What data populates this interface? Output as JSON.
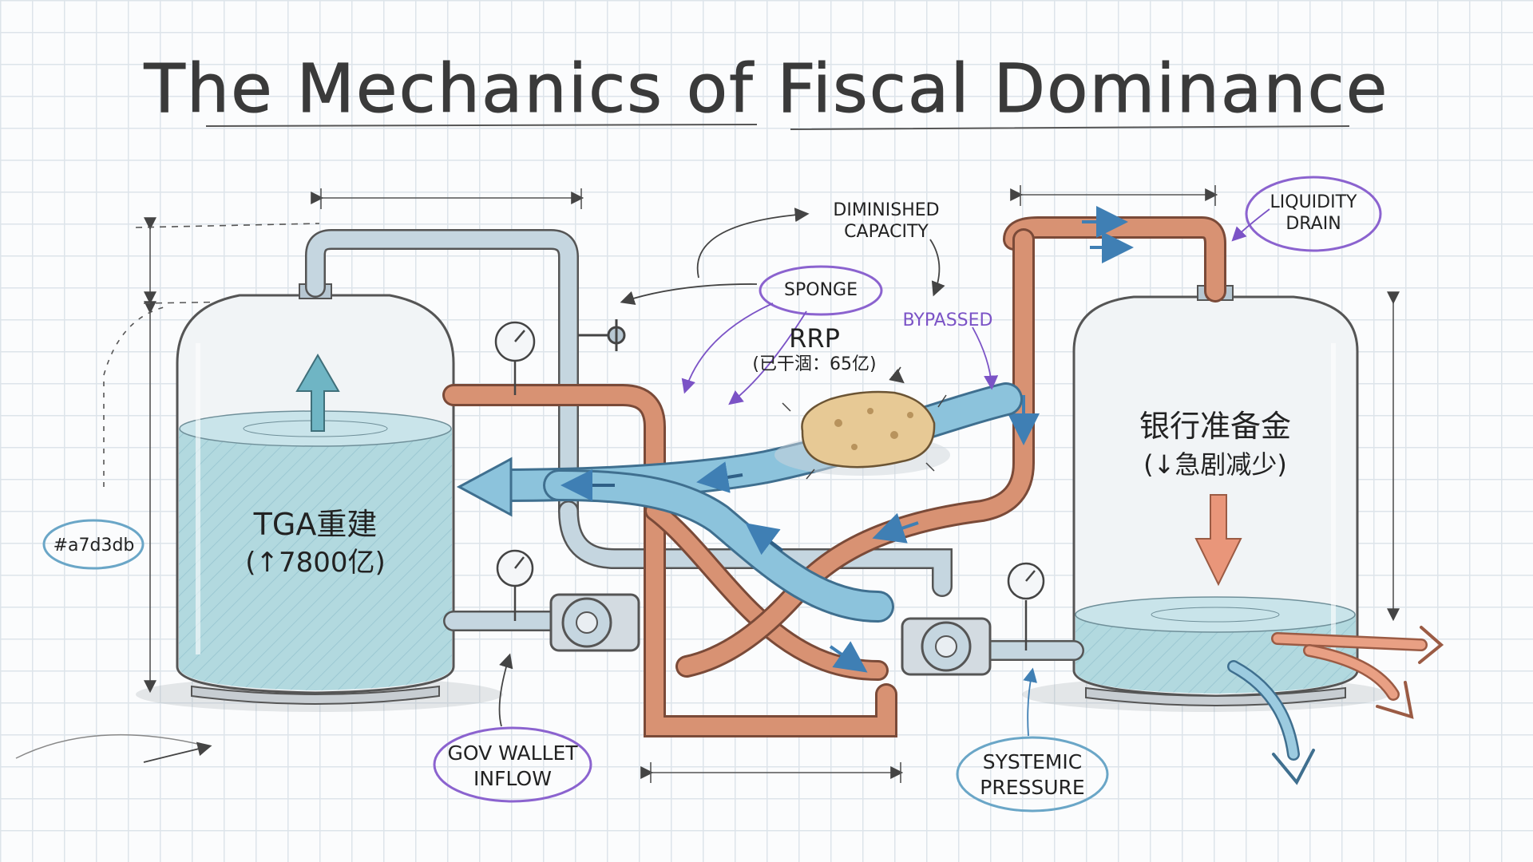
{
  "title": "The Mechanics of Fiscal Dominance",
  "labels": {
    "tga_name": "TGA重建",
    "tga_value": "(↑7800亿)",
    "reserves_name": "银行准备金",
    "reserves_value": "(↓急剧减少)",
    "rrp_name": "RRP",
    "rrp_value": "(已干涸：65亿)",
    "diminished_capacity": [
      "DIMINISHED",
      "CAPACITY"
    ],
    "sponge": "SPONGE",
    "bypassed": "BYPASSED",
    "liquidity_drain": [
      "LIQUIDITY",
      "DRAIN"
    ],
    "gov_wallet_inflow": [
      "GOV WALLET",
      "INFLOW"
    ],
    "systemic_pressure": [
      "SYSTEMIC",
      "PRESSURE"
    ],
    "color_tag": "#a7d3db"
  },
  "colors": {
    "water": "#a7d3db",
    "copper": "#d89273",
    "steel": "#b7c7d2",
    "purple": "#8b63cf",
    "blue_ring": "#6aa6c7"
  }
}
